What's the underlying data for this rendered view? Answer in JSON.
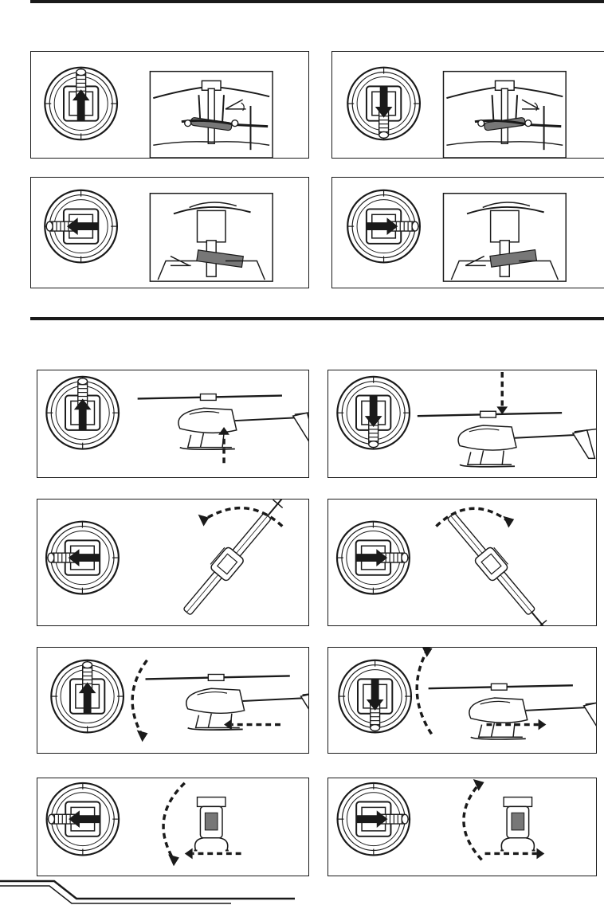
{
  "colors": {
    "ink": "#1a1a1a",
    "panel_bg": "#ffffff",
    "light": "#d9d9d9"
  },
  "sections": [
    {
      "name": "swash-response",
      "panels": [
        {
          "stick": "up",
          "illustration": "swash-front-tilt-cw"
        },
        {
          "stick": "down",
          "illustration": "swash-front-tilt-ccw"
        },
        {
          "stick": "left",
          "illustration": "swash-side-tilt-ccw"
        },
        {
          "stick": "right",
          "illustration": "swash-side-tilt-cw"
        }
      ]
    },
    {
      "name": "flight-response",
      "panels": [
        {
          "stick": "up",
          "illustration": "heli-climb"
        },
        {
          "stick": "down",
          "illustration": "heli-descend"
        },
        {
          "stick": "left",
          "illustration": "heli-yaw-left"
        },
        {
          "stick": "right",
          "illustration": "heli-yaw-right"
        },
        {
          "stick": "up",
          "illustration": "heli-pitch-forward"
        },
        {
          "stick": "down",
          "illustration": "heli-pitch-back"
        },
        {
          "stick": "left",
          "illustration": "heli-roll-left"
        },
        {
          "stick": "right",
          "illustration": "heli-roll-right"
        }
      ]
    }
  ]
}
